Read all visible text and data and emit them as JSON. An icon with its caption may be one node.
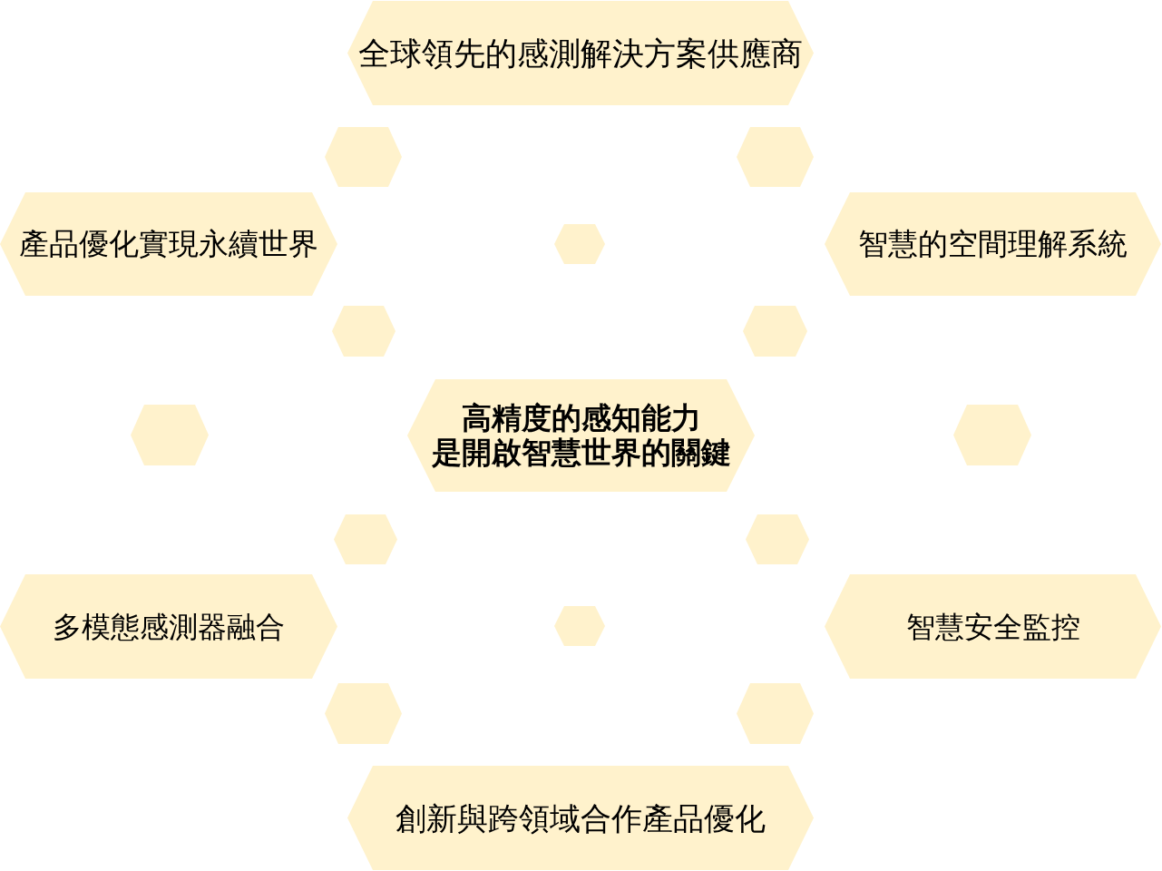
{
  "diagram": {
    "nodes": [
      {
        "text": [
          "全球領先的感測解決方案供應商"
        ]
      },
      {
        "text": [],
        "shape": "hexagon"
      },
      {
        "text": [],
        "shape": "hexagon"
      },
      {
        "text": [
          "產品優化實現永續世界"
        ]
      },
      {
        "text": [],
        "shape": "hexagon"
      },
      {
        "text": [
          "智慧的空間理解系統"
        ]
      },
      {
        "text": [],
        "shape": "hexagon"
      },
      {
        "text": [],
        "shape": "hexagon"
      },
      {
        "text": [],
        "shape": "hexagon"
      },
      {
        "text": [
          "高精度的感知能力",
          "是開啟智慧世界的關鍵"
        ]
      },
      {
        "text": [],
        "shape": "hexagon"
      },
      {
        "text": [],
        "shape": "hexagon"
      },
      {
        "text": [],
        "shape": "hexagon"
      },
      {
        "text": [
          "多模態感測器融合"
        ]
      },
      {
        "text": [],
        "shape": "hexagon"
      },
      {
        "text": [
          "智慧安全監控"
        ]
      },
      {
        "text": [],
        "shape": "hexagon"
      },
      {
        "text": [],
        "shape": "hexagon"
      },
      {
        "text": [
          "創新與跨領域合作產品優化"
        ]
      }
    ]
  }
}
